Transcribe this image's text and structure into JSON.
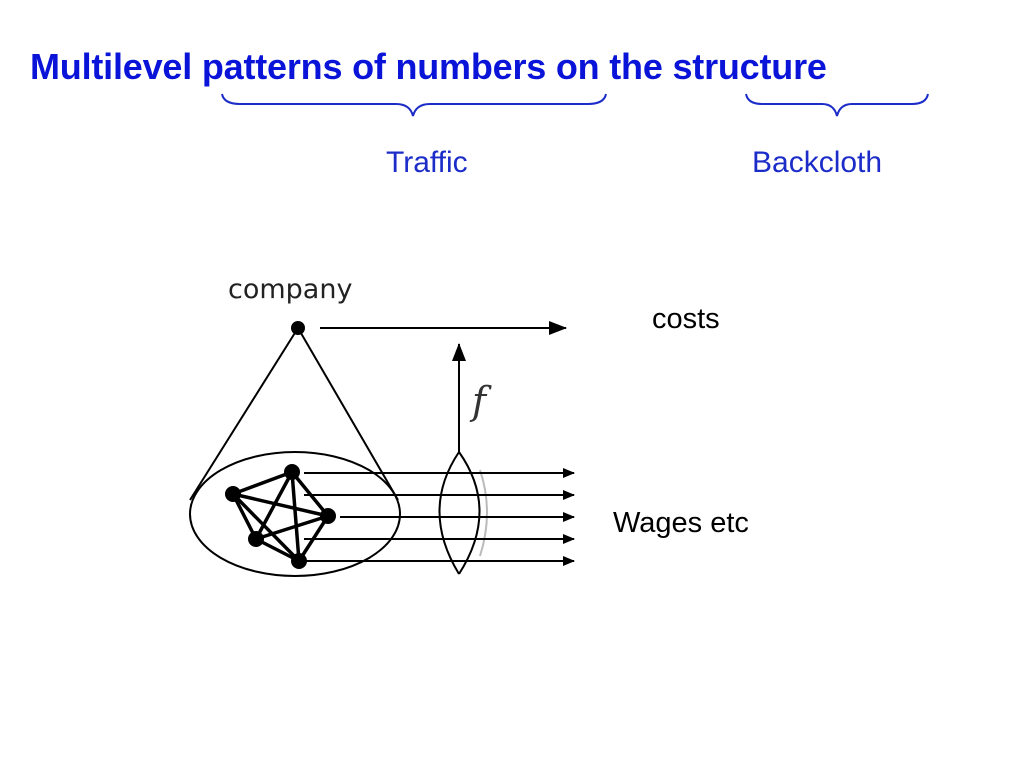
{
  "slide": {
    "title": "Multilevel patterns of numbers on the structure",
    "braces": [
      {
        "label": "Traffic"
      },
      {
        "label": "Backcloth"
      }
    ]
  },
  "diagram": {
    "top_node_label": "company",
    "function_label": "f",
    "upper_output_label": "costs",
    "lower_output_label": "Wages etc",
    "colors": {
      "title": "#0a14d8",
      "brace_labels": "#1b2cc8",
      "diagram_lines": "#000000"
    }
  }
}
